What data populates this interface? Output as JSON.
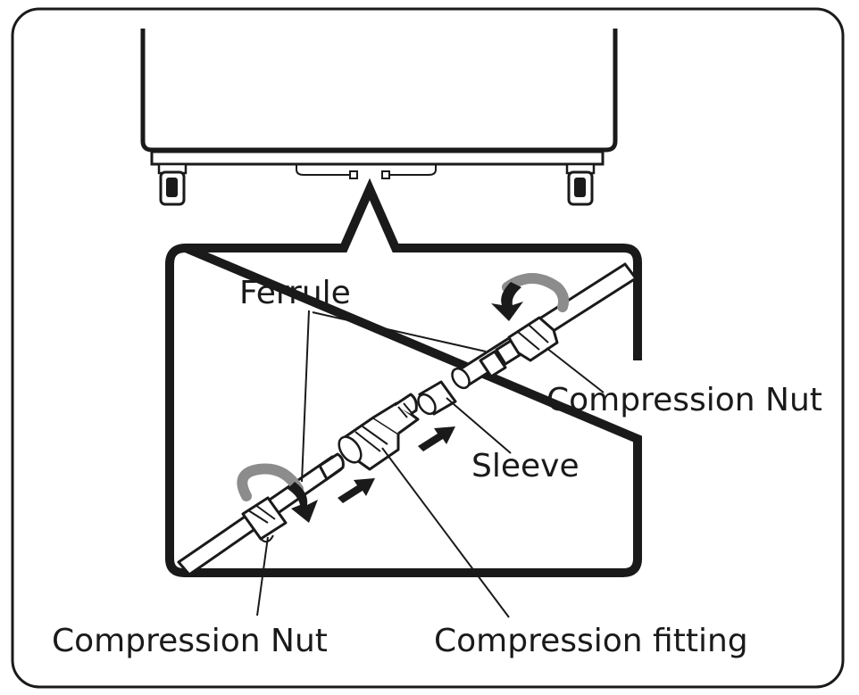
{
  "labels": {
    "ferrule": "Ferrule",
    "compression_nut_right": "Compression Nut",
    "sleeve": "Sleeve",
    "compression_nut_left": "Compression Nut",
    "compression_fitting": "Compression fitting"
  },
  "colors": {
    "ink": "#1a1a1a",
    "rotation_arrow_gray": "#8c8c8c",
    "background": "#ffffff"
  }
}
